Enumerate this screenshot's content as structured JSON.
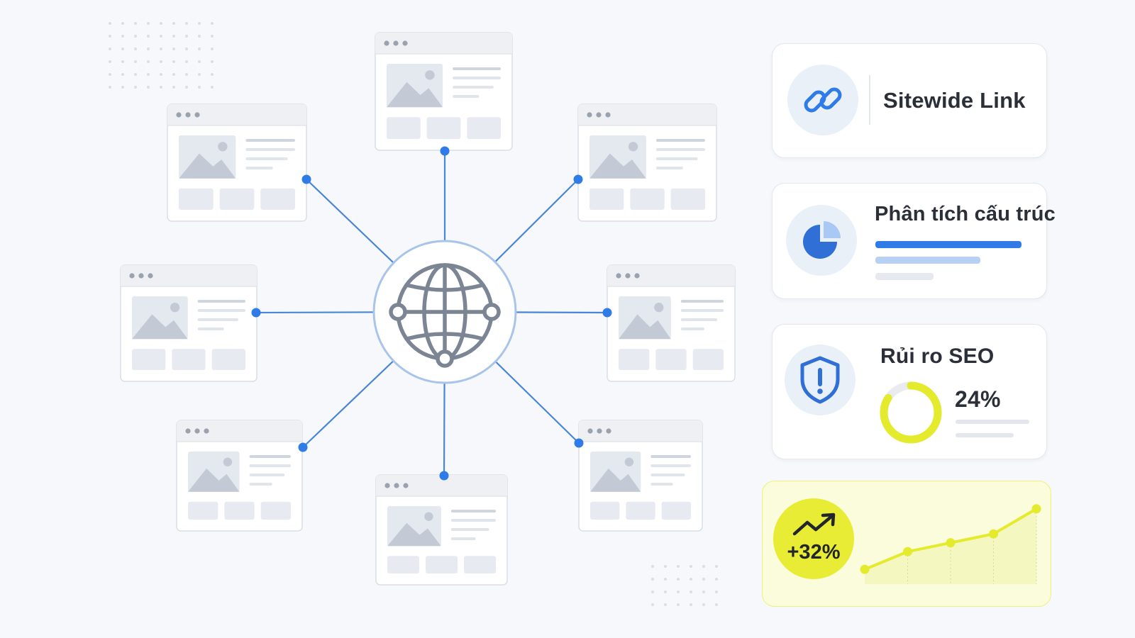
{
  "diagram": {
    "hub_icon": "globe-network-icon",
    "page_window_icon": "webpage-wireframe-icon",
    "page_count": 8
  },
  "cards": {
    "sitewide": {
      "title": "Sitewide Link",
      "icon": "link-chain-icon"
    },
    "structure": {
      "title": "Phân tích cấu trúc",
      "icon": "pie-chart-icon"
    },
    "risk": {
      "title": "Rủi ro SEO",
      "value": "24%",
      "percent": 24,
      "icon": "shield-alert-icon"
    },
    "growth": {
      "value": "+32%",
      "icon": "trend-up-icon"
    }
  },
  "chart_data": {
    "type": "line",
    "x": [
      1,
      2,
      3,
      4,
      5
    ],
    "values": [
      1,
      2.2,
      2.8,
      3.4,
      5.1
    ],
    "ylim": [
      0,
      6
    ]
  },
  "colors": {
    "accent_blue": "#2f7be8",
    "connector_blue": "#4a86d8",
    "risk_yellow": "#e4ea2c",
    "growth_yellow": "#e8ec34",
    "wireframe_gray": "#c9d0dc"
  }
}
